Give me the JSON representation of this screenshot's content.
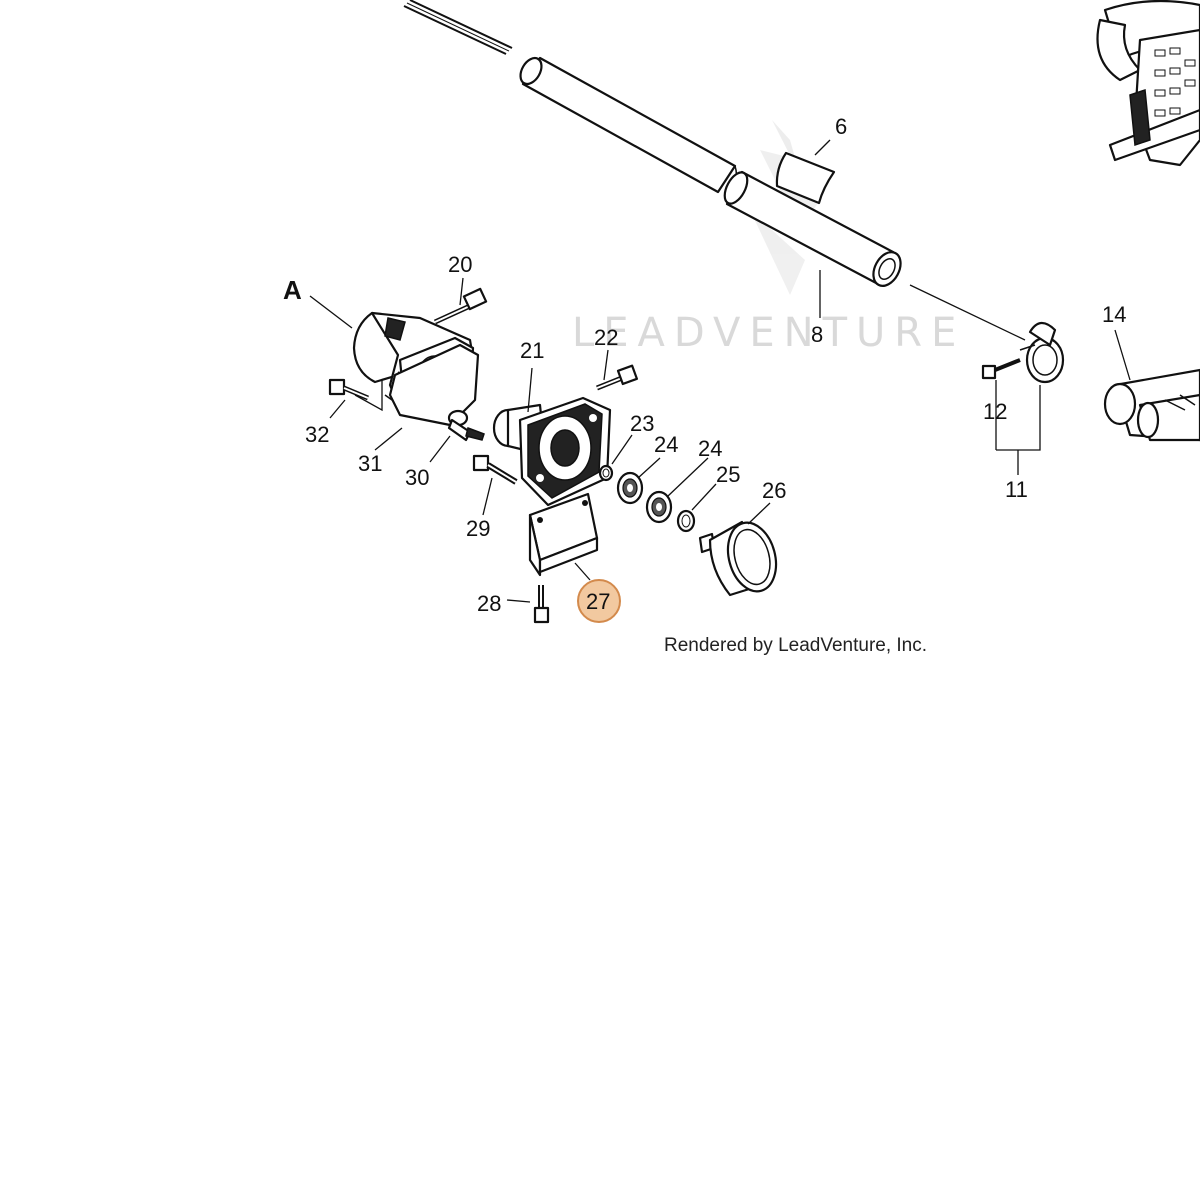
{
  "diagram": {
    "section_label": "A",
    "credit": "Rendered by LeadVenture, Inc.",
    "watermark": "LEADVENTURE",
    "callouts": [
      {
        "id": "c6",
        "label": "6"
      },
      {
        "id": "c8",
        "label": "8"
      },
      {
        "id": "c11",
        "label": "11"
      },
      {
        "id": "c12",
        "label": "12"
      },
      {
        "id": "c14",
        "label": "14"
      },
      {
        "id": "c20",
        "label": "20"
      },
      {
        "id": "c21",
        "label": "21"
      },
      {
        "id": "c22",
        "label": "22"
      },
      {
        "id": "c23",
        "label": "23"
      },
      {
        "id": "c24a",
        "label": "24"
      },
      {
        "id": "c24b",
        "label": "24"
      },
      {
        "id": "c25",
        "label": "25"
      },
      {
        "id": "c26",
        "label": "26"
      },
      {
        "id": "c27",
        "label": "27"
      },
      {
        "id": "c28",
        "label": "28"
      },
      {
        "id": "c29",
        "label": "29"
      },
      {
        "id": "c30",
        "label": "30"
      },
      {
        "id": "c31",
        "label": "31"
      },
      {
        "id": "c32",
        "label": "32"
      }
    ],
    "highlight": {
      "label": "27",
      "fill": "#f2c9a0",
      "stroke": "#d38a4c"
    }
  }
}
